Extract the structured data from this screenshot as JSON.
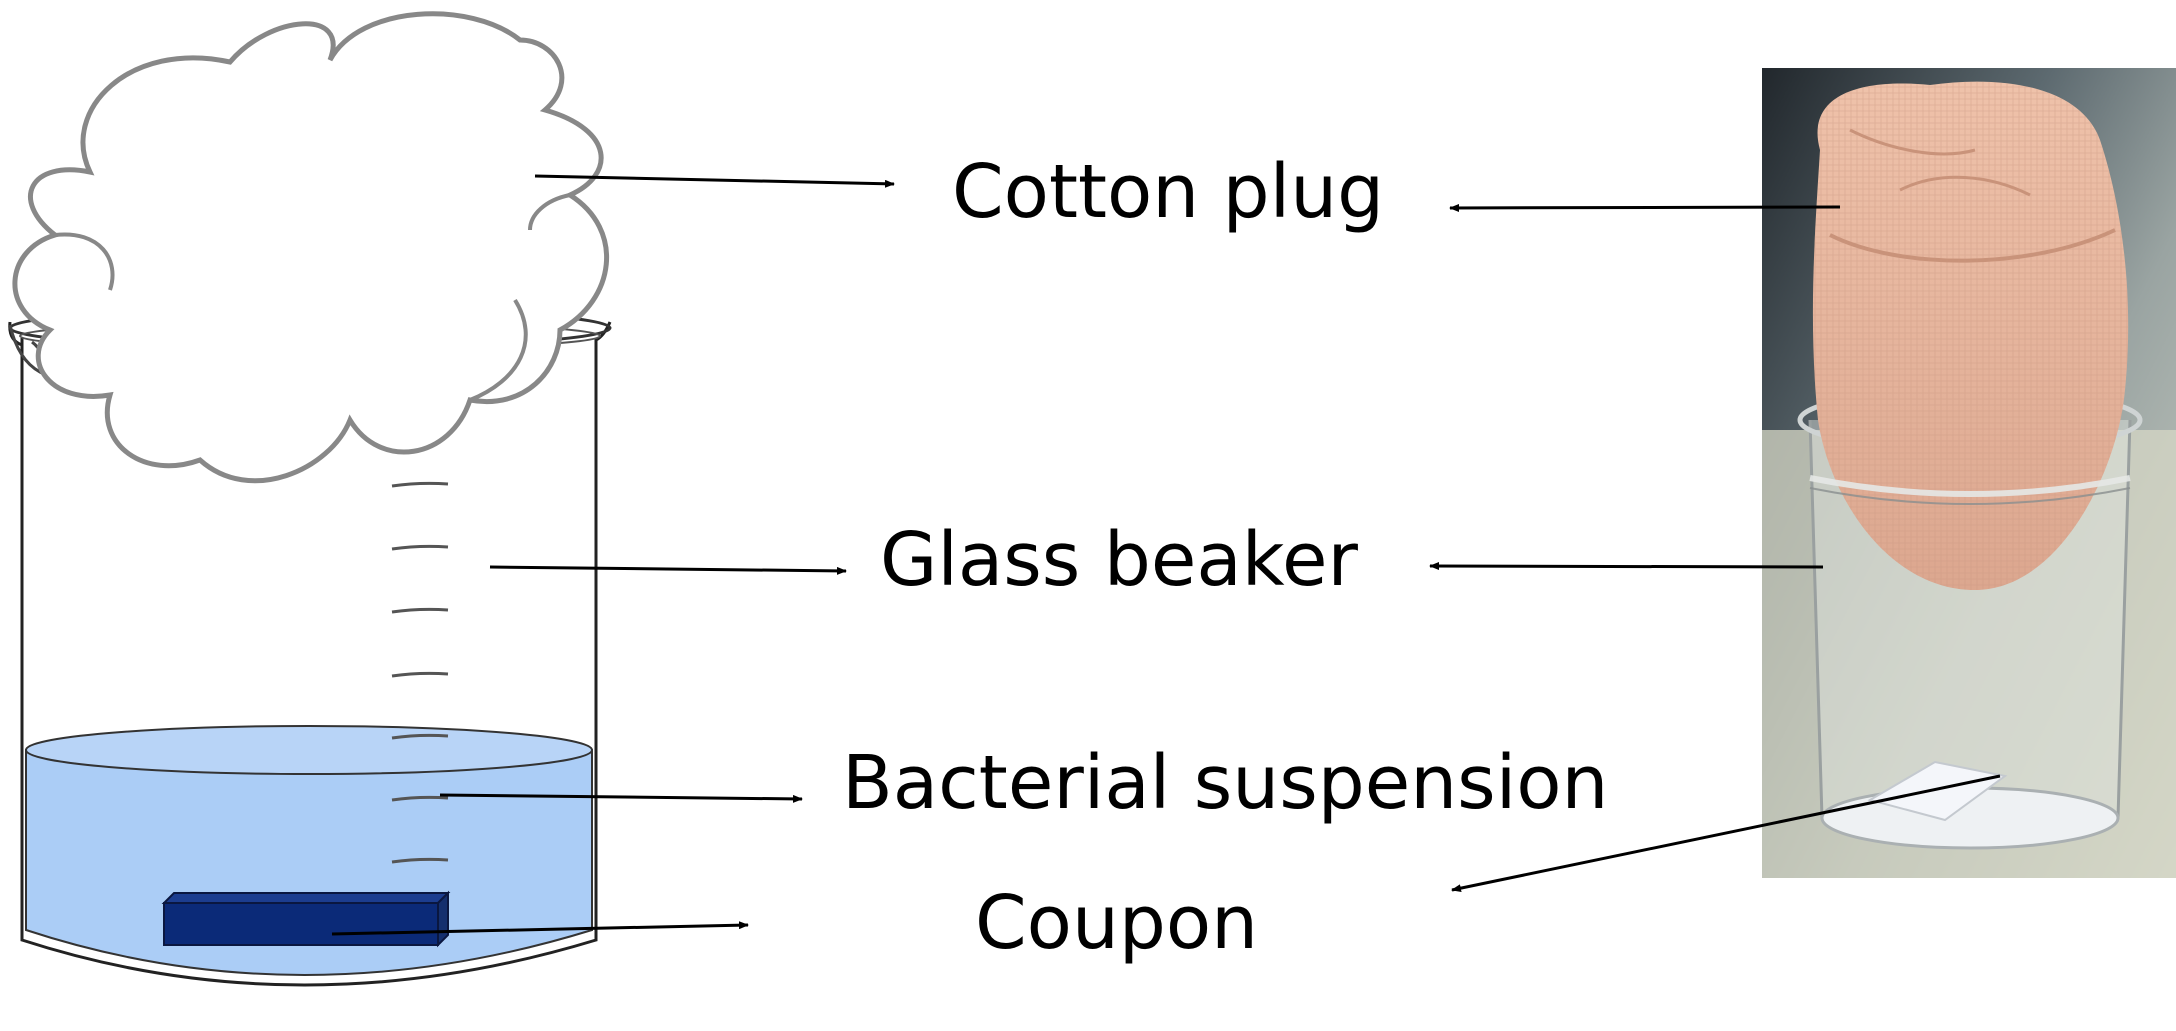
{
  "labels": {
    "cotton_plug": "Cotton plug",
    "glass_beaker": "Glass beaker",
    "bacterial_suspension": "Bacterial suspension",
    "coupon": "Coupon"
  },
  "colors": {
    "suspension": "#abcdf6",
    "coupon": "#0b2a78",
    "cloud_stroke": "#888888",
    "cloth": "#e8b59c",
    "photo_bg": "#b9c2b7"
  }
}
